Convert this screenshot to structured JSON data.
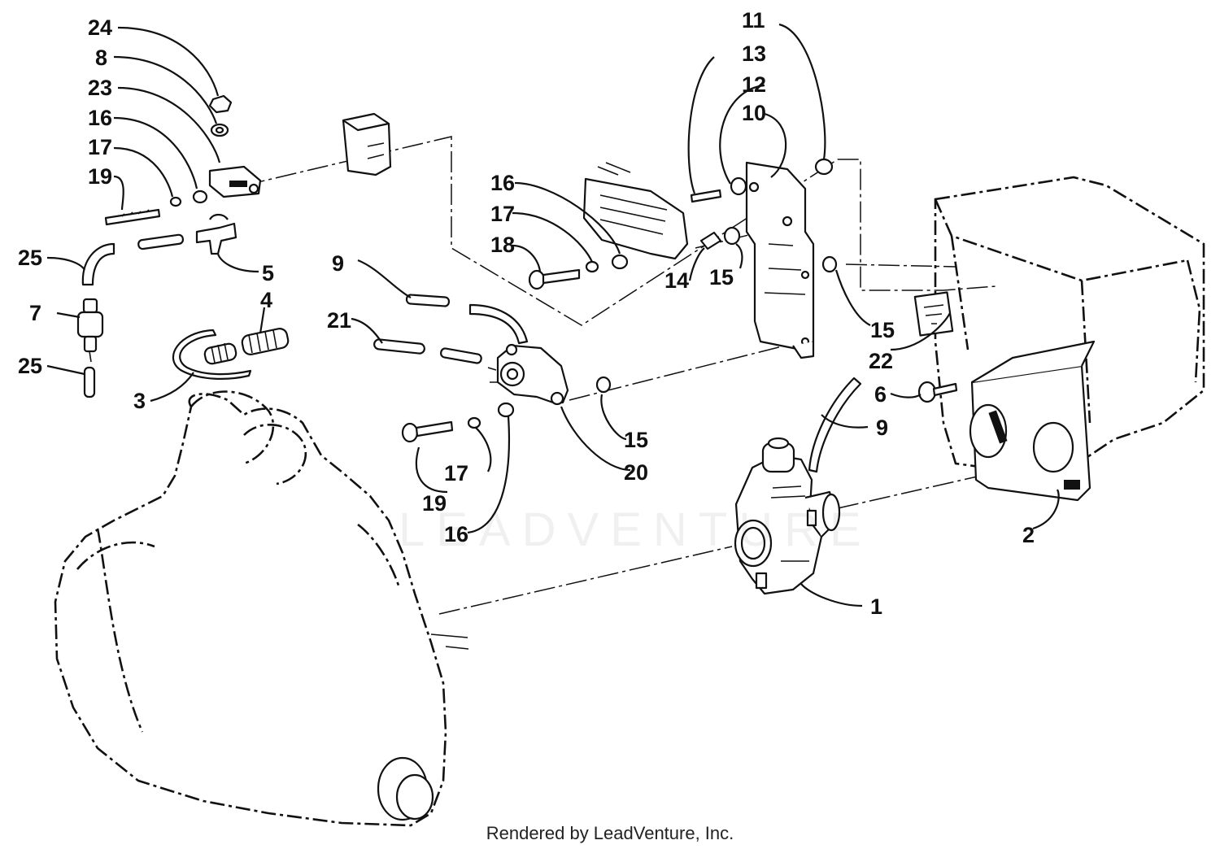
{
  "callouts": {
    "c1": "1",
    "c2": "2",
    "c3": "3",
    "c4": "4",
    "c5": "5",
    "c6": "6",
    "c7": "7",
    "c8": "8",
    "c9a": "9",
    "c9b": "9",
    "c10": "10",
    "c11": "11",
    "c12": "12",
    "c13": "13",
    "c14": "14",
    "c15a": "15",
    "c15b": "15",
    "c15c": "15",
    "c16a": "16",
    "c16b": "16",
    "c16c": "16",
    "c17a": "17",
    "c17b": "17",
    "c17c": "17",
    "c18": "18",
    "c19a": "19",
    "c19b": "19",
    "c20": "20",
    "c21": "21",
    "c22": "22",
    "c23": "23",
    "c24": "24",
    "c25a": "25",
    "c25b": "25"
  },
  "watermark": "LEADVENTURE",
  "footer": "Rendered by LeadVenture, Inc."
}
